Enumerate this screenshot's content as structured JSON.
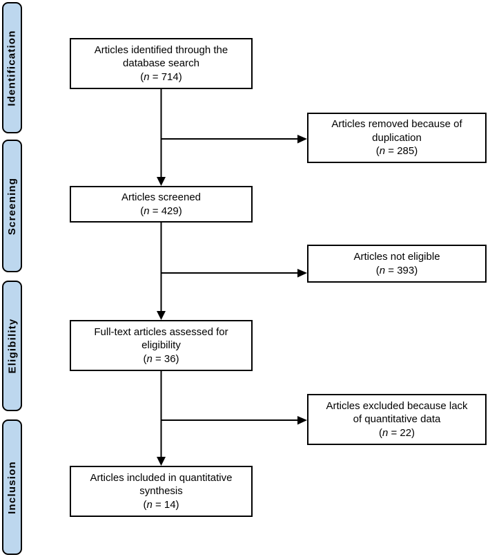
{
  "colors": {
    "stage_fill": "#BDD7EE",
    "stage_border": "#000000",
    "box_fill": "#FFFFFF",
    "box_border": "#000000",
    "arrow": "#000000",
    "background": "#FFFFFF"
  },
  "stages": [
    {
      "label": "Identification"
    },
    {
      "label": "Screening"
    },
    {
      "label": "Eligibility"
    },
    {
      "label": "Inclusion"
    }
  ],
  "flow_boxes": [
    {
      "name": "identified",
      "lines": [
        "Articles identified through the",
        "database search"
      ],
      "count": "(n = 714)"
    },
    {
      "name": "removed-duplication",
      "lines": [
        "Articles removed because of",
        "duplication"
      ],
      "count": "(n = 285)"
    },
    {
      "name": "screened",
      "lines": [
        "Articles screened"
      ],
      "count": "(n = 429)"
    },
    {
      "name": "not-eligible",
      "lines": [
        "Articles not eligible"
      ],
      "count": "(n = 393)"
    },
    {
      "name": "fulltext-assessed",
      "lines": [
        "Full-text articles assessed for",
        "eligibility"
      ],
      "count": "(n = 36)"
    },
    {
      "name": "excluded-lack-quantitative-data",
      "lines": [
        "Articles excluded because lack",
        "of quantitative data"
      ],
      "count": "(n = 22)"
    },
    {
      "name": "included-quantitative-synthesis",
      "lines": [
        "Articles included in quantitative",
        "synthesis"
      ],
      "count": "(n = 14)"
    }
  ]
}
